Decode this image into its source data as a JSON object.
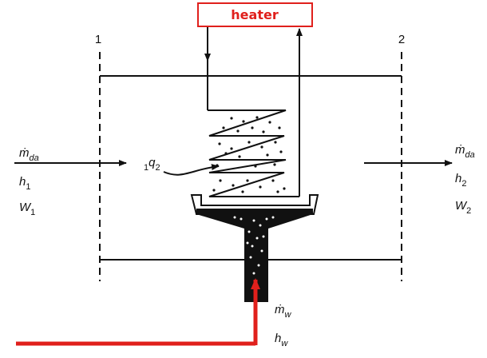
{
  "heater_label": "heater",
  "section_labels": {
    "inlet": "1",
    "outlet": "2"
  },
  "inlet": {
    "mass_flow": {
      "sym": "ṁ",
      "sub": "da"
    },
    "enthalpy": {
      "sym": "h",
      "sub": "1"
    },
    "humidity": {
      "sym": "W",
      "sub": "1"
    }
  },
  "outlet": {
    "mass_flow": {
      "sym": "ṁ",
      "sub": "da"
    },
    "enthalpy": {
      "sym": "h",
      "sub": "2"
    },
    "humidity": {
      "sym": "W",
      "sub": "2"
    }
  },
  "heat": {
    "pre": "1",
    "sym": "q",
    "sub": "2"
  },
  "water": {
    "mass_flow": {
      "sym": "ṁ",
      "sub": "w"
    },
    "enthalpy": {
      "sym": "h",
      "sub": "w"
    }
  },
  "colors": {
    "accent": "#e0201c",
    "line": "#111111"
  }
}
